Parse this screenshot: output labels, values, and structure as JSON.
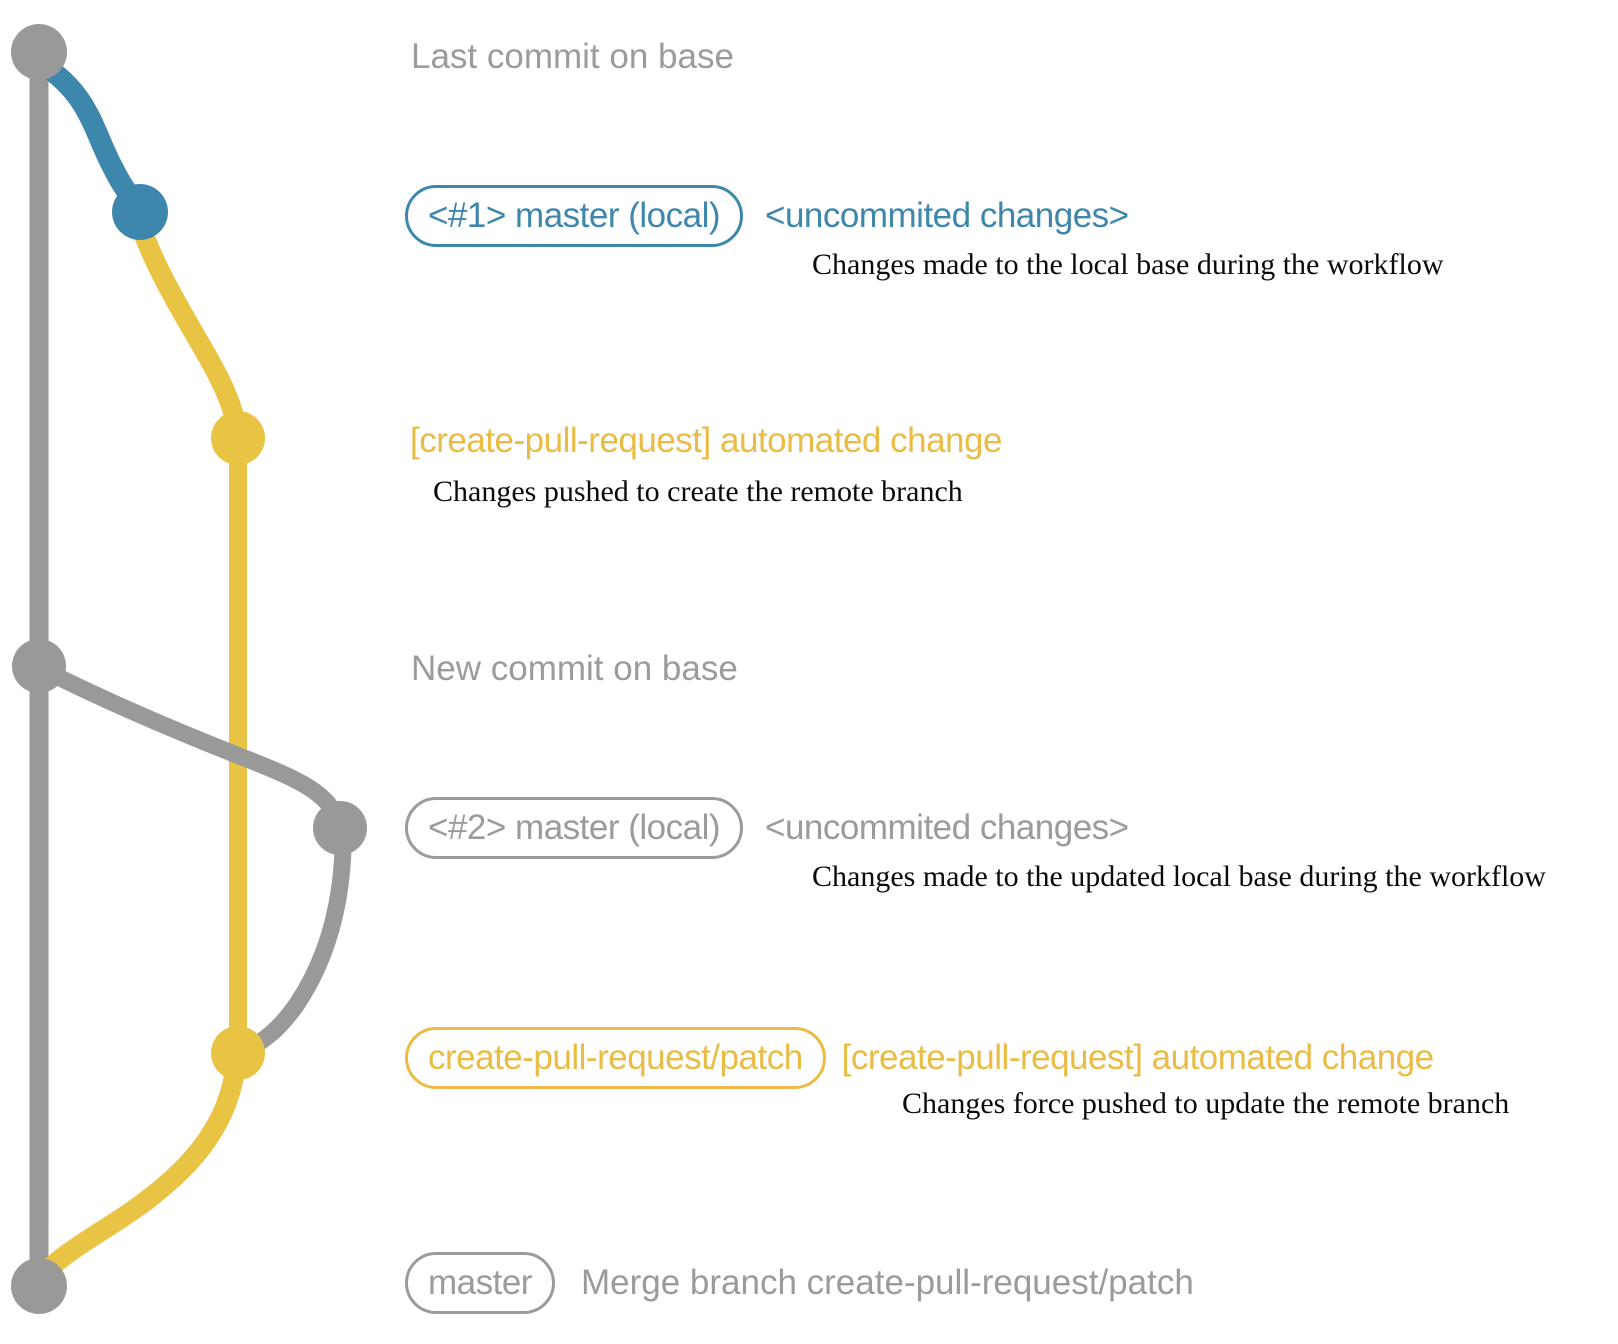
{
  "palette": {
    "gray": "#999999",
    "gray-text": "#9b9b9b",
    "blue": "#3e87ac",
    "yellow": "#e9c343",
    "yellow-text": "#eabc45"
  },
  "headings": {
    "last_commit": "Last commit on base",
    "new_commit": "New commit on base"
  },
  "row1": {
    "chip": "<#1> master (local)",
    "note": "<uncommited changes>",
    "detail": "Changes made to the local base during the workflow"
  },
  "push1": {
    "title": "[create-pull-request] automated change",
    "detail": "Changes pushed to create the remote branch"
  },
  "row2": {
    "chip": "<#2> master (local)",
    "note": "<uncommited changes>",
    "detail": "Changes made to the updated local base during the workflow"
  },
  "push2": {
    "chip": "create-pull-request/patch",
    "title": "[create-pull-request] automated change",
    "detail": "Changes force pushed to update the remote branch"
  },
  "merge": {
    "chip": "master",
    "note": "Merge branch create-pull-request/patch"
  },
  "graph": {
    "branches": [
      {
        "name": "base",
        "color": "gray"
      },
      {
        "name": "local master",
        "color": "blue"
      },
      {
        "name": "create-pull-request/patch",
        "color": "yellow"
      }
    ],
    "commits": [
      {
        "id": "last-commit-on-base",
        "color": "gray"
      },
      {
        "id": "local-uncommitted-1",
        "color": "blue"
      },
      {
        "id": "patch-commit-1",
        "color": "yellow"
      },
      {
        "id": "new-commit-on-base",
        "color": "gray"
      },
      {
        "id": "local-uncommitted-2",
        "color": "gray"
      },
      {
        "id": "patch-commit-2",
        "color": "yellow"
      },
      {
        "id": "merge-commit",
        "color": "gray"
      }
    ]
  }
}
